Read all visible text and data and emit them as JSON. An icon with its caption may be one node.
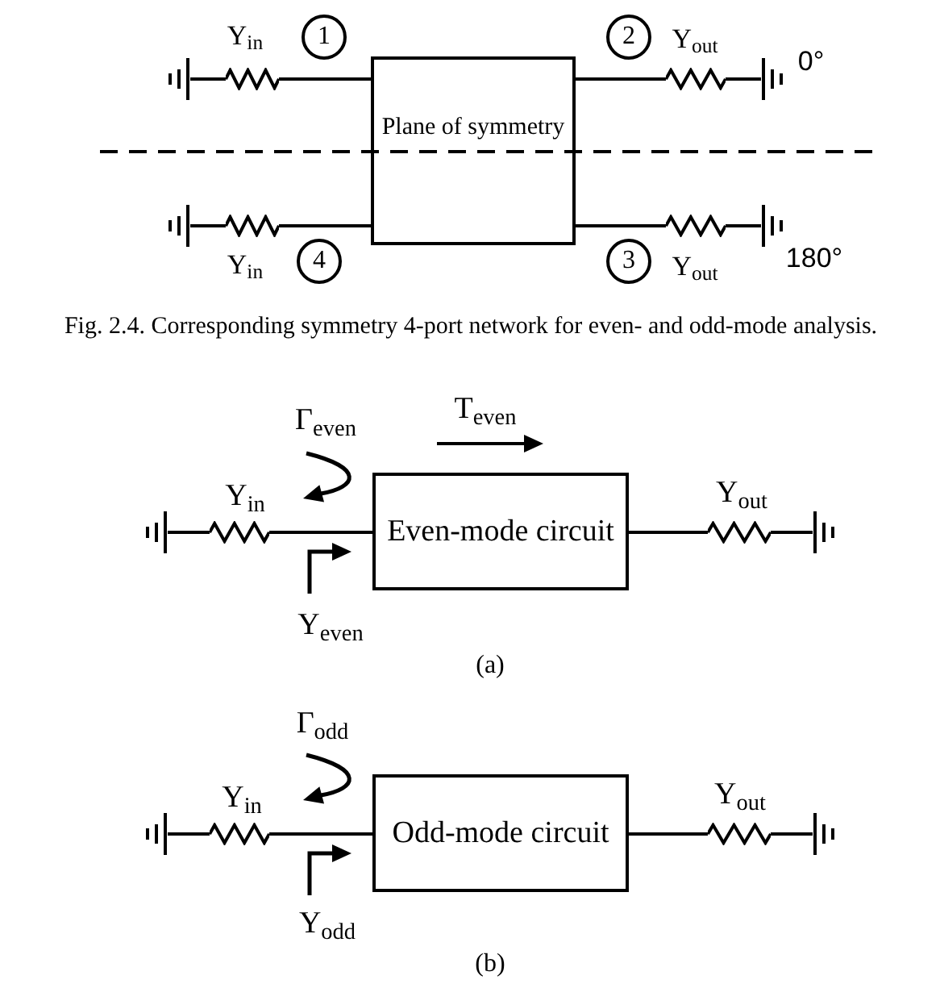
{
  "diagram": {
    "caption": "Fig. 2.4. Corresponding symmetry 4-port network for even- and odd-mode analysis.",
    "nodes": [
      {
        "text": [
          "Plane of symmetry"
        ]
      },
      {
        "text": [
          "1"
        ]
      },
      {
        "text": [
          "2"
        ]
      },
      {
        "text": [
          "4"
        ]
      },
      {
        "text": [
          "3"
        ]
      },
      {
        "text": [],
        "shape": "ground"
      },
      {
        "text": [],
        "shape": "resistor",
        "beside": [
          "Y$_{in}$"
        ]
      },
      {
        "text": [],
        "shape": "resistor",
        "beside": [
          "Y$_{out}$"
        ]
      },
      {
        "text": [],
        "shape": "ground"
      },
      {
        "text": [],
        "shape": "ground"
      },
      {
        "text": [],
        "shape": "resistor",
        "beside": [
          "Y$_{in}$"
        ]
      },
      {
        "text": [],
        "shape": "resistor",
        "beside": [
          "Y$_{out}$"
        ]
      },
      {
        "text": [],
        "shape": "ground"
      },
      {
        "text": [],
        "shape": "ground"
      },
      {
        "text": [],
        "shape": "resistor",
        "beside": [
          "Y$_{in}$"
        ]
      },
      {
        "text": [
          "Even-mode circuit"
        ]
      },
      {
        "text": [],
        "shape": "resistor",
        "beside": [
          "Y$_{out}$"
        ]
      },
      {
        "text": [],
        "shape": "ground"
      },
      {
        "text": [],
        "shape": "ground"
      },
      {
        "text": [],
        "shape": "resistor",
        "beside": [
          "Y$_{in}$"
        ]
      },
      {
        "text": [
          "Odd-mode circuit"
        ]
      },
      {
        "text": [],
        "shape": "resistor",
        "beside": [
          "Y$_{out}$"
        ]
      },
      {
        "text": [],
        "shape": "ground"
      }
    ],
    "edges": [
      {
        "from": 5,
        "to": 6,
        "arrow": "none"
      },
      {
        "from": 6,
        "to": 0,
        "arrow": "none"
      },
      {
        "from": 0,
        "to": 7,
        "arrow": "none"
      },
      {
        "from": 7,
        "to": 8,
        "arrow": "none"
      },
      {
        "from": 9,
        "to": 10,
        "arrow": "none"
      },
      {
        "from": 10,
        "to": 0,
        "arrow": "none"
      },
      {
        "from": 0,
        "to": 11,
        "arrow": "none"
      },
      {
        "from": 11,
        "to": 12,
        "arrow": "none"
      },
      {
        "from": 13,
        "to": 14,
        "arrow": "none"
      },
      {
        "from": 14,
        "to": 15,
        "arrow": "none"
      },
      {
        "from": 15,
        "to": 16,
        "arrow": "none"
      },
      {
        "from": 16,
        "to": 17,
        "arrow": "none"
      },
      {
        "from": 18,
        "to": 19,
        "arrow": "none"
      },
      {
        "from": 19,
        "to": 20,
        "arrow": "none"
      },
      {
        "from": 20,
        "to": 21,
        "arrow": "none"
      },
      {
        "from": 21,
        "to": 22,
        "arrow": "none"
      }
    ],
    "labels": [
      "0°",
      "180°",
      "Γ$_{even}$",
      "T$_{even}$",
      "Y$_{even}$",
      "(a)",
      "Γ$_{odd}$",
      "Y$_{odd}$",
      "(b)"
    ]
  }
}
